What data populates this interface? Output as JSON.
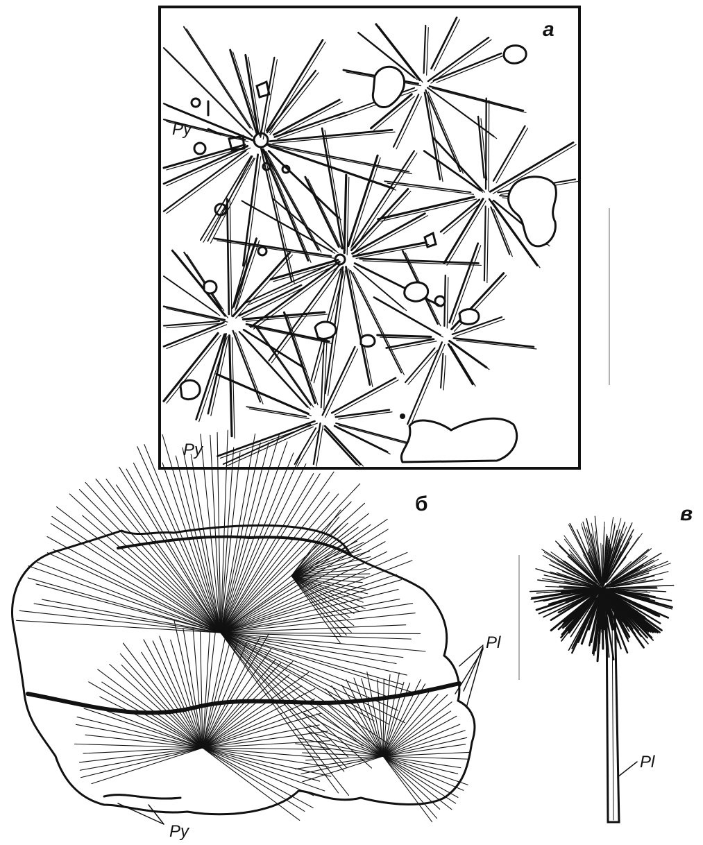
{
  "panels": {
    "a": {
      "label": "a",
      "mineral_labels": [
        "Py",
        "Py"
      ]
    },
    "b": {
      "label": "б",
      "mineral_labels": [
        "Pl",
        "Py"
      ]
    },
    "c": {
      "label": "в",
      "mineral_labels": [
        "Pl"
      ]
    }
  }
}
